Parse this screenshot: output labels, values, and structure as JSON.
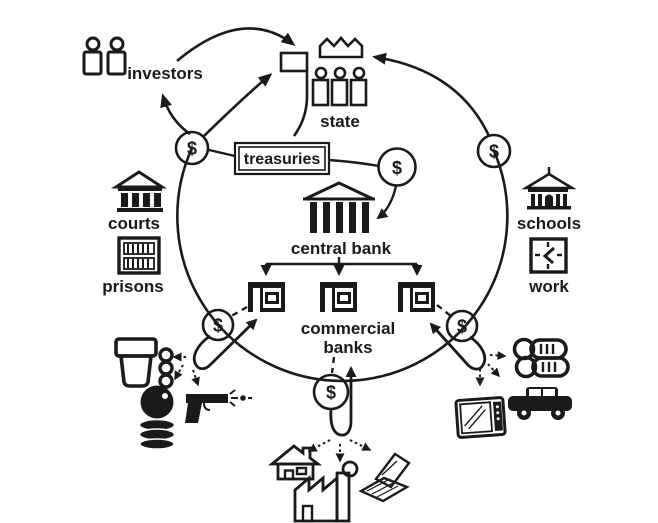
{
  "diagram": {
    "background_color": "#ffffff",
    "ink_color": "#1a1a1a",
    "money_symbol": "$",
    "nodes": {
      "investors": "investors",
      "state": "state",
      "treasuries": "treasuries",
      "central_bank": "central bank",
      "commercial_banks": [
        "commercial",
        "banks"
      ],
      "courts": "courts",
      "prisons": "prisons",
      "schools": "schools",
      "work": "work"
    },
    "money_marker_count": 6,
    "icons": [
      "investors-people-icon",
      "state-flag-icon",
      "state-crown-icon",
      "state-officials-icon",
      "courthouse-icon",
      "prison-bars-icon",
      "school-building-icon",
      "work-clock-icon",
      "central-bank-building-icon",
      "commercial-bank-icon",
      "dollar-coin-icon",
      "pot-icon",
      "stacked-rings-icon",
      "oil-barrels-icon",
      "gun-icon",
      "house-icon",
      "factory-icon",
      "laptop-icon",
      "burgers-icon",
      "car-icon",
      "tv-icon"
    ]
  }
}
